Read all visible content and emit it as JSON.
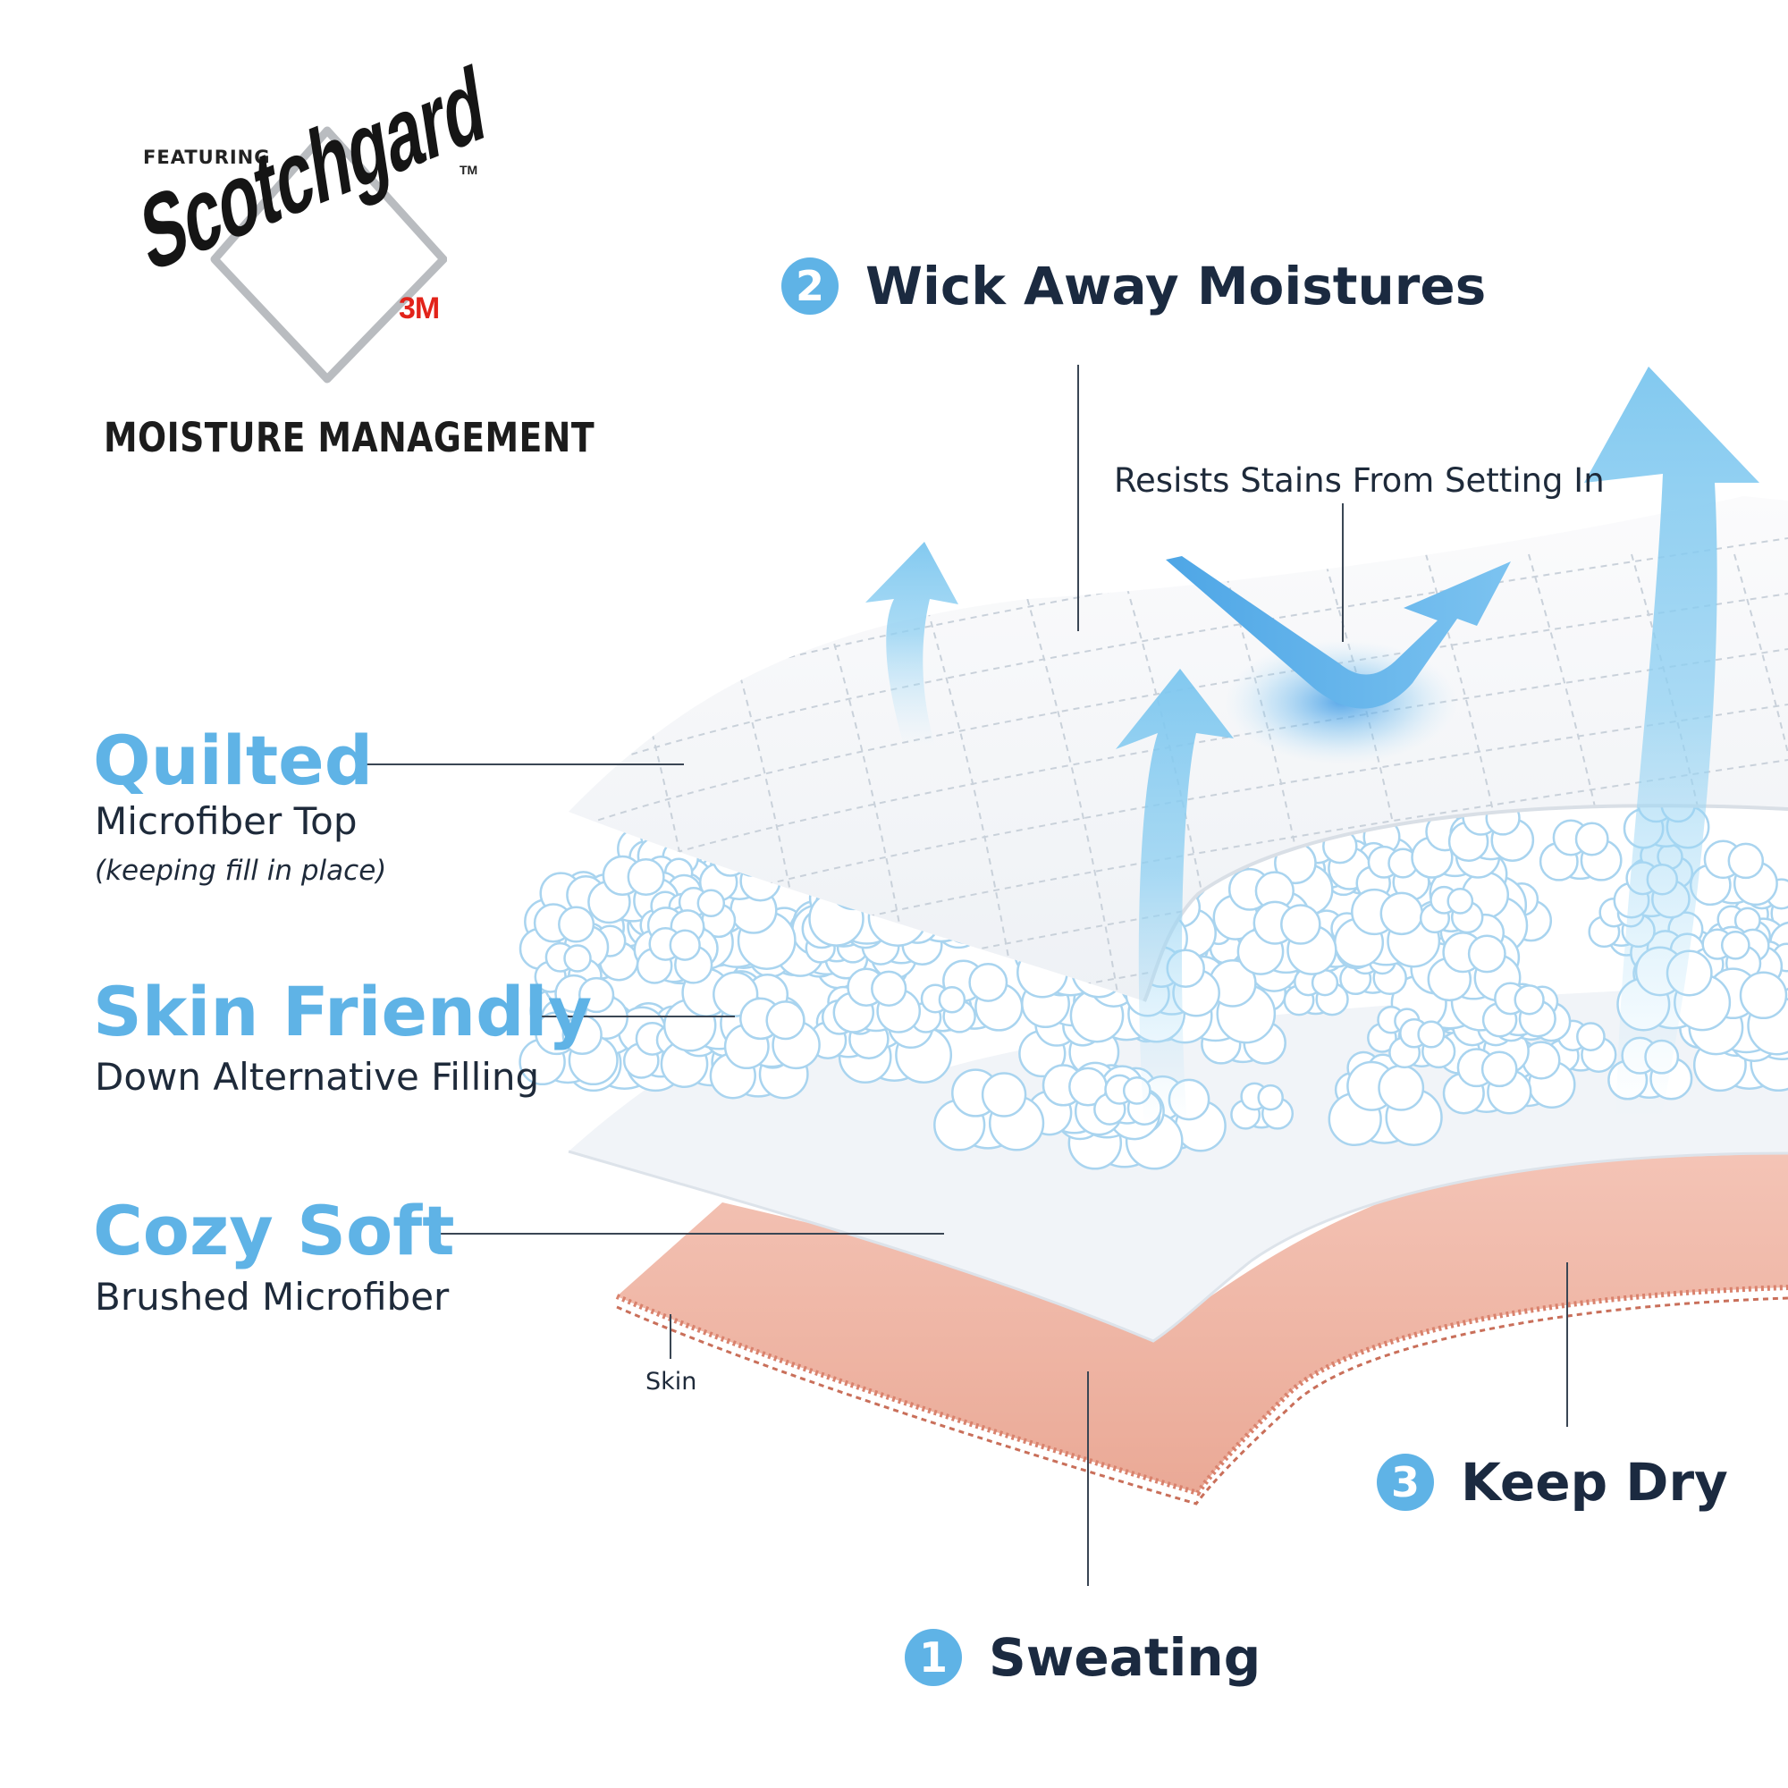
{
  "logo": {
    "featuring": "FEATURING",
    "brand": "Scotchgard",
    "trademark": "TM",
    "maker": "3M",
    "tagline": "MOISTURE MANAGEMENT"
  },
  "layers": [
    {
      "title": "Quilted",
      "subtitle": "Microfiber Top",
      "note": "(keeping fill in place)"
    },
    {
      "title": "Skin Friendly",
      "subtitle": "Down Alternative Filling"
    },
    {
      "title": "Cozy Soft",
      "subtitle": "Brushed Microfiber"
    }
  ],
  "steps": [
    {
      "number": "1",
      "label": "Sweating"
    },
    {
      "number": "2",
      "label": "Wick Away Moistures"
    },
    {
      "number": "3",
      "label": "Keep Dry"
    }
  ],
  "callouts": {
    "stains": "Resists Stains From Setting In",
    "skin": "Skin"
  },
  "colors": {
    "accent": "#5fb3e6",
    "heading_dark": "#1b2a40",
    "skin": "#efb7a8",
    "skin_edge": "#d9826d",
    "arrow": "#8fd0f2",
    "brand_red": "#e2231a"
  }
}
